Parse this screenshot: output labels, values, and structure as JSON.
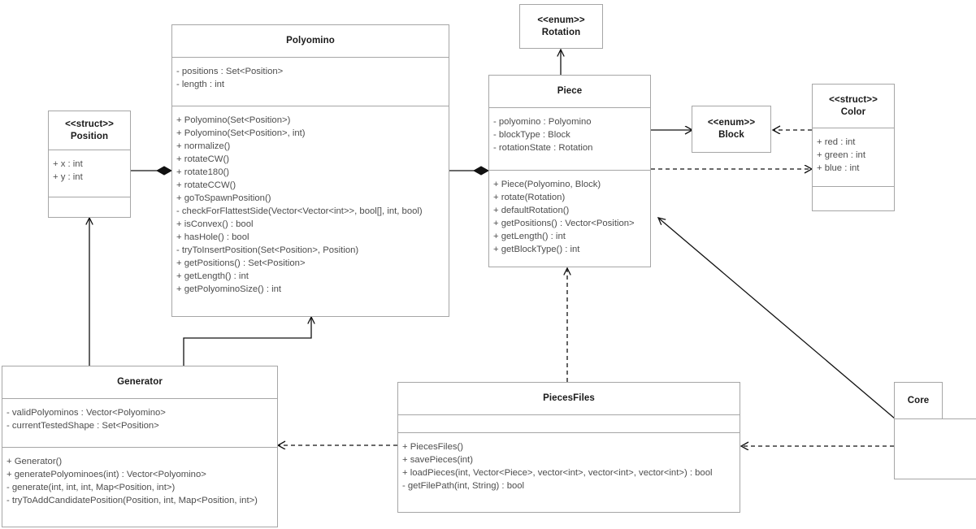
{
  "diagram": {
    "kind": "uml-class-diagram",
    "background": "#ffffff",
    "border_color": "#a6a6a6",
    "text_color": "#4d4d4d",
    "title_color": "#1a1a1a",
    "line_color": "#000000"
  },
  "classes": {
    "position": {
      "stereotype": "<<struct>>",
      "name": "Position",
      "attributes": [
        "+ x : int",
        "+ y : int"
      ],
      "operations": []
    },
    "polyomino": {
      "stereotype": "",
      "name": "Polyomino",
      "attributes": [
        "- positions : Set<Position>",
        "- length : int"
      ],
      "operations": [
        "+ Polyomino(Set<Position>)",
        "+ Polyomino(Set<Position>, int)",
        "+ normalize()",
        "+ rotateCW()",
        "+ rotate180()",
        "+ rotateCCW()",
        "+ goToSpawnPosition()",
        "- checkForFlattestSide(Vector<Vector<int>>, bool[], int, bool)",
        "+ isConvex() : bool",
        "+ hasHole() : bool",
        "- tryToInsertPosition(Set<Position>, Position)",
        "+ getPositions() : Set<Position>",
        "+ getLength() : int",
        "+ getPolyominoSize() : int"
      ]
    },
    "rotation": {
      "stereotype": "<<enum>>",
      "name": "Rotation",
      "attributes": [],
      "operations": []
    },
    "piece": {
      "stereotype": "",
      "name": "Piece",
      "attributes": [
        "- polyomino : Polyomino",
        "- blockType : Block",
        "- rotationState : Rotation"
      ],
      "operations": [
        "+ Piece(Polyomino, Block)",
        "+ rotate(Rotation)",
        "+ defaultRotation()",
        "+ getPositions() : Vector<Position>",
        "+ getLength() : int",
        "+ getBlockType() : int"
      ]
    },
    "block": {
      "stereotype": "<<enum>>",
      "name": "Block",
      "attributes": [],
      "operations": []
    },
    "color": {
      "stereotype": "<<struct>>",
      "name": "Color",
      "attributes": [
        "+ red : int",
        "+ green : int",
        "+ blue : int"
      ],
      "operations": []
    },
    "generator": {
      "stereotype": "",
      "name": "Generator",
      "attributes": [
        "- validPolyominos : Vector<Polyomino>",
        "- currentTestedShape : Set<Position>"
      ],
      "operations": [
        "+ Generator()",
        "+ generatePolyominoes(int) : Vector<Polyomino>",
        "- generate(int, int, int, Map<Position, int>)",
        "- tryToAddCandidatePosition(Position, int, Map<Position, int>)"
      ]
    },
    "piecesfiles": {
      "stereotype": "",
      "name": "PiecesFiles",
      "attributes": [],
      "operations": [
        "+ PiecesFiles()",
        "+ savePieces(int)",
        "+ loadPieces(int, Vector<Piece>, vector<int>, vector<int>, vector<int>) : bool",
        "- getFilePath(int, String) : bool"
      ]
    },
    "core": {
      "stereotype": "",
      "name": "Core",
      "attributes": [],
      "operations": []
    }
  },
  "relationships": [
    {
      "name": "polyomino-composes-position",
      "from": "Polyomino",
      "to": "Position",
      "type": "composition",
      "marker": "filled-diamond"
    },
    {
      "name": "piece-composes-polyomino",
      "from": "Piece",
      "to": "Polyomino",
      "type": "composition",
      "marker": "filled-diamond"
    },
    {
      "name": "piece-uses-rotation",
      "from": "Piece",
      "to": "Rotation",
      "type": "association",
      "marker": "open-arrow"
    },
    {
      "name": "piece-uses-block",
      "from": "Piece",
      "to": "Block",
      "type": "association",
      "marker": "open-arrow"
    },
    {
      "name": "color-depends-on-block",
      "from": "Color",
      "to": "Block",
      "type": "dependency",
      "marker": "dashed-open-arrow"
    },
    {
      "name": "piece-depends-on-color",
      "from": "Piece",
      "to": "Color",
      "type": "dependency",
      "marker": "dashed-open-arrow"
    },
    {
      "name": "generator-uses-polyomino",
      "from": "Generator",
      "to": "Polyomino",
      "type": "association",
      "marker": "open-arrow"
    },
    {
      "name": "generator-uses-position",
      "from": "Generator",
      "to": "Position",
      "type": "association",
      "marker": "open-arrow"
    },
    {
      "name": "piecesfiles-depends-on-piece",
      "from": "PiecesFiles",
      "to": "Piece",
      "type": "dependency",
      "marker": "dashed-open-arrow"
    },
    {
      "name": "piecesfiles-depends-on-generator",
      "from": "PiecesFiles",
      "to": "Generator",
      "type": "dependency",
      "marker": "dashed-open-arrow"
    },
    {
      "name": "core-depends-on-piecesfiles",
      "from": "Core",
      "to": "PiecesFiles",
      "type": "dependency",
      "marker": "dashed-open-arrow"
    },
    {
      "name": "core-uses-piece",
      "from": "Core",
      "to": "Piece",
      "type": "association",
      "marker": "open-arrow"
    }
  ]
}
